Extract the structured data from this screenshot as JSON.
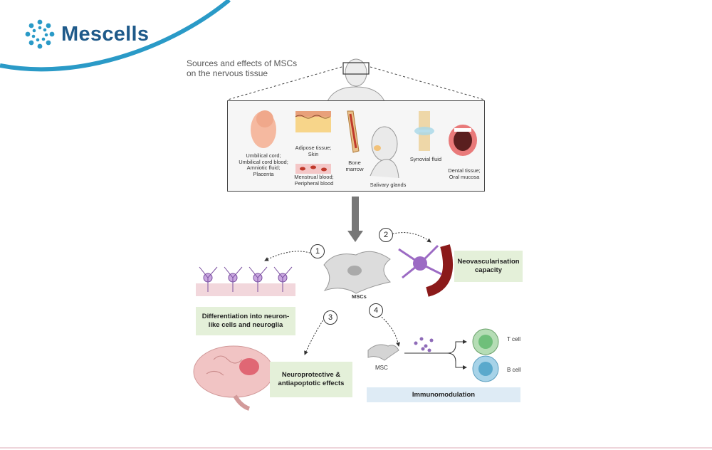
{
  "brand": {
    "name": "Mescells",
    "accent": "#2a9ac7",
    "dark": "#1f5a8a"
  },
  "title": {
    "line1": "Sources and effects of MSCs",
    "line2": "on the nervous tissue"
  },
  "sources": {
    "umbilical": [
      "Umbilical cord;",
      "Umbilical cord blood;",
      "Amniotic fluid;",
      "Placenta"
    ],
    "adipose": [
      "Adipose tissue;",
      "Skin"
    ],
    "menstrual": [
      "Menstrual blood;",
      "Peripheral blood"
    ],
    "bone": [
      "Bone",
      "marrow"
    ],
    "salivary": "Salivary glands",
    "synovial": "Synovial fluid",
    "dental": [
      "Dental tissue;",
      "Oral mucosa"
    ]
  },
  "center": {
    "label": "MSCs"
  },
  "steps": [
    "1",
    "2",
    "3",
    "4"
  ],
  "effects": {
    "differentiation": [
      "Differentiation into neuron-",
      "like cells and neuroglia"
    ],
    "neovascularisation": [
      "Neovascularisation",
      "capacity"
    ],
    "neuroprotective": [
      "Neuroprotective &",
      "antiapoptotic effects"
    ],
    "immunomodulation": "Immunomodulation"
  },
  "immuno": {
    "msc_label": "MSC",
    "tcell": "T cell",
    "bcell": "B cell"
  }
}
